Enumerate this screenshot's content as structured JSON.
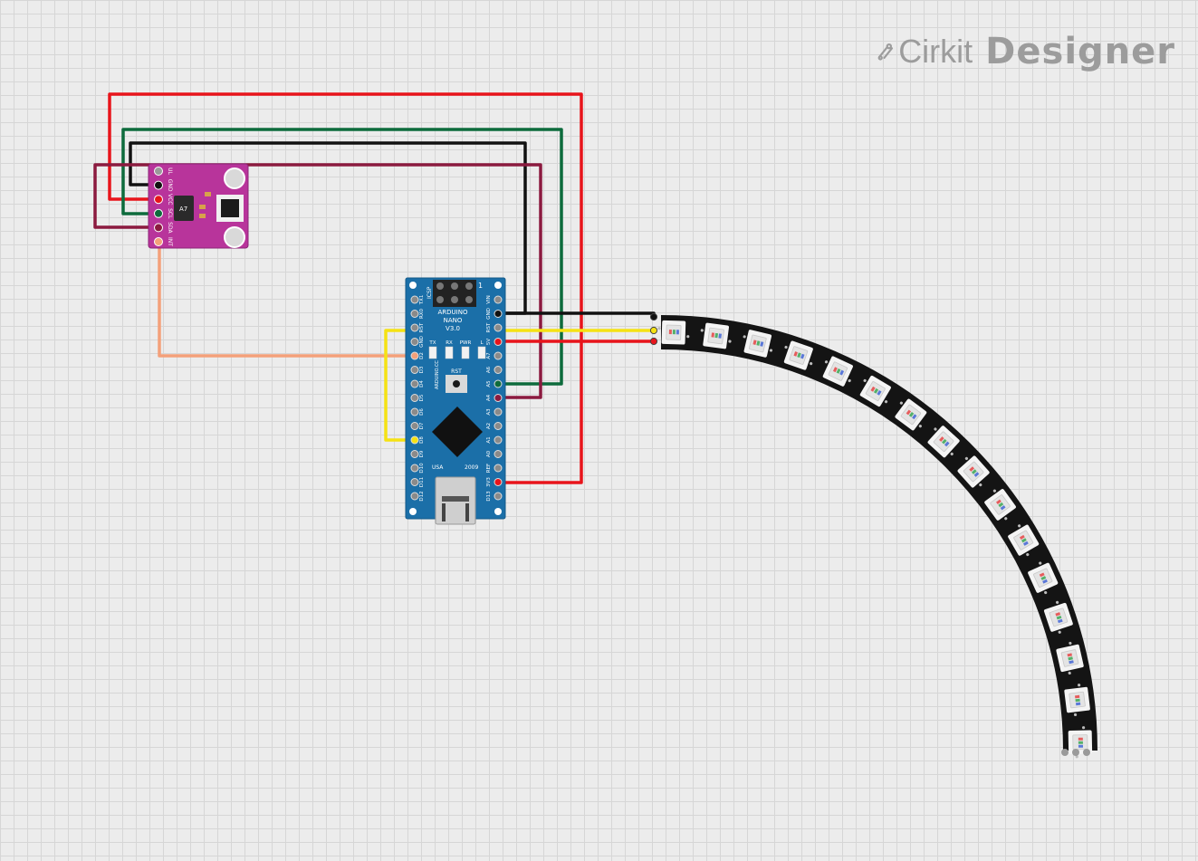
{
  "brand": {
    "name_part1": "Cirkit",
    "name_part2": "Designer",
    "icon": "cirkit-logo-icon"
  },
  "sensor": {
    "pins": [
      "UL",
      "GND",
      "VCC",
      "SCL",
      "SDA",
      "INT"
    ],
    "chip_label": "A7"
  },
  "arduino": {
    "title1": "ARDUINO",
    "title2": "NANO",
    "title3": "V3.0",
    "left_pins": [
      "TX1",
      "RX0",
      "RST",
      "GND",
      "D2",
      "D3",
      "D4",
      "D5",
      "D6",
      "D7",
      "D8",
      "D9",
      "D10",
      "D11",
      "D12"
    ],
    "right_pins": [
      "VIN",
      "GND",
      "RST",
      "5V",
      "A7",
      "A6",
      "A5",
      "A4",
      "A3",
      "A2",
      "A1",
      "A0",
      "REF",
      "3V3",
      "D13"
    ],
    "leds": [
      "TX",
      "RX",
      "PWR",
      "L"
    ],
    "rst_label": "RST",
    "brand_side": "ARDUINO.CC",
    "usa": "USA",
    "year": "2009",
    "icsp": "ICSP",
    "icsp_pin1": "1"
  },
  "strip": {
    "led_count": 16
  },
  "colors": {
    "red": "#e8141b",
    "black": "#111111",
    "green": "#0d6b3c",
    "maroon": "#8b1a3f",
    "salmon": "#f4a07a",
    "yellow": "#f5e213",
    "sensor_board": "#b8349b",
    "arduino_board": "#1b6fa8"
  }
}
